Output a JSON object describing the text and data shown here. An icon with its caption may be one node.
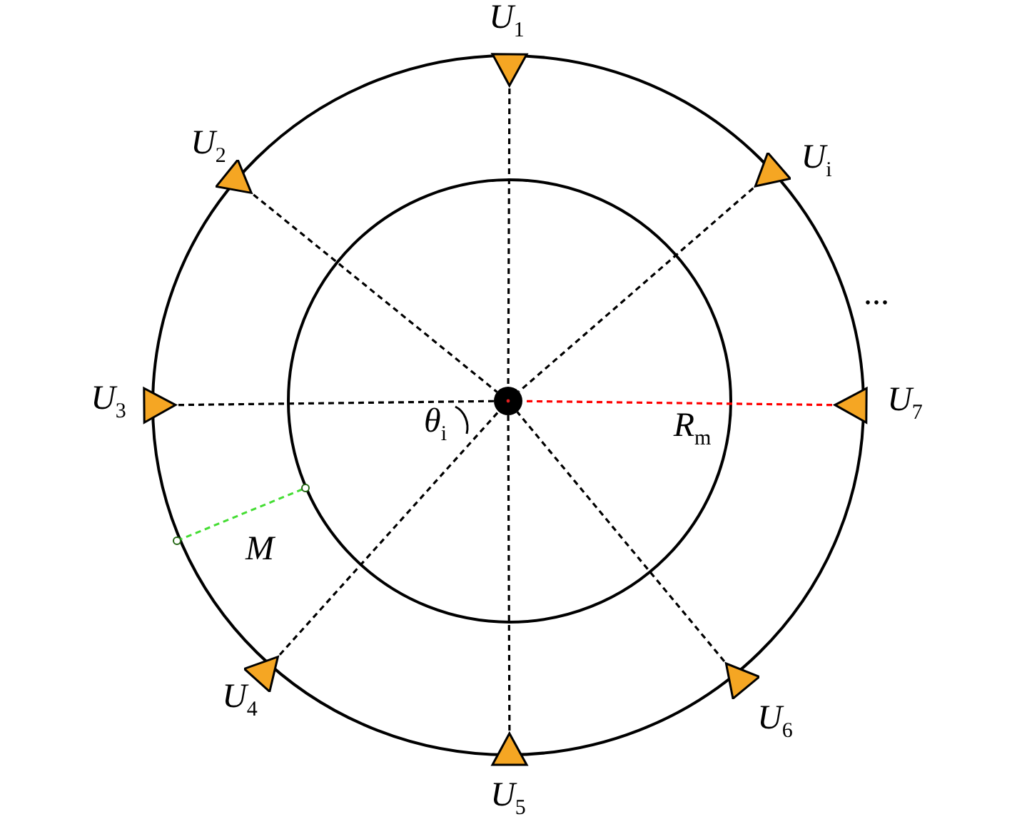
{
  "diagram": {
    "nodes": [
      {
        "text": [],
        "shape": "triangle",
        "beside": [
          "*U*$_{1}$"
        ]
      },
      {
        "text": [],
        "shape": "triangle",
        "beside": [
          "*U*$_{2}$"
        ]
      },
      {
        "text": [],
        "shape": "triangle",
        "beside": [
          "*U*$_{i}$"
        ]
      },
      {
        "text": [],
        "shape": "triangle",
        "beside": [
          "*U*$_{3}$"
        ]
      },
      {
        "text": [],
        "shape": "triangle",
        "beside": [
          "*U*$_{7}$"
        ]
      },
      {
        "text": [],
        "shape": "triangle",
        "beside": [
          "*U*$_{4}$"
        ]
      },
      {
        "text": [],
        "shape": "triangle",
        "beside": [
          "*U*$_{6}$"
        ]
      },
      {
        "text": [],
        "shape": "triangle",
        "beside": [
          "*U*$_{5}$"
        ]
      },
      {
        "text": [],
        "shape": "circle"
      }
    ],
    "edges": [
      {
        "from": 0,
        "to": 8,
        "arrow": "none",
        "style": "dashed"
      },
      {
        "from": 1,
        "to": 8,
        "arrow": "none",
        "style": "dashed"
      },
      {
        "from": 2,
        "to": 8,
        "arrow": "none",
        "style": "dashed"
      },
      {
        "from": 3,
        "to": 8,
        "arrow": "none",
        "style": "dashed"
      },
      {
        "from": 4,
        "to": 8,
        "arrow": "none",
        "style": "dashed",
        "color": "#ff0000"
      },
      {
        "from": 5,
        "to": 8,
        "arrow": "none",
        "style": "dashed"
      },
      {
        "from": 6,
        "to": 8,
        "arrow": "none",
        "style": "dashed"
      },
      {
        "from": 7,
        "to": 8,
        "arrow": "none",
        "style": "dashed"
      }
    ],
    "labels": [
      "...",
      "*θ*$_{i}$",
      "*R*$_{m}$",
      "*M*"
    ]
  }
}
